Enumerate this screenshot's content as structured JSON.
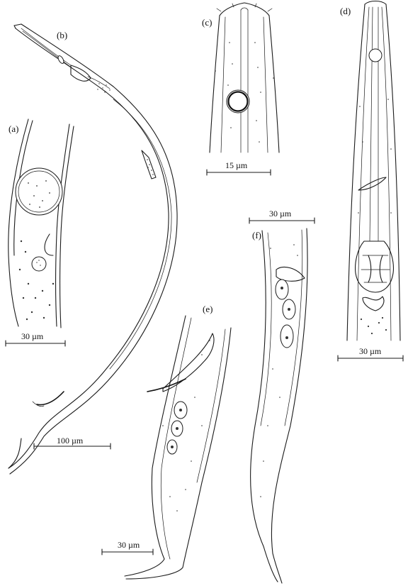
{
  "figure": {
    "panels": [
      {
        "id": "a",
        "label": "(a)",
        "scale_bar": "30 µm",
        "icon": "nematode-vulva-region"
      },
      {
        "id": "b",
        "label": "(b)",
        "scale_bar": "100 µm",
        "icon": "nematode-whole-body"
      },
      {
        "id": "c",
        "label": "(c)",
        "scale_bar": "15 µm",
        "icon": "nematode-head-end"
      },
      {
        "id": "d",
        "label": "(d)",
        "scale_bar": "30 µm",
        "icon": "nematode-anterior-pharynx"
      },
      {
        "id": "e",
        "label": "(e)",
        "scale_bar": "30 µm",
        "icon": "nematode-tail-spicule"
      },
      {
        "id": "f",
        "label": "(f)",
        "scale_bar": "30 µm",
        "icon": "nematode-tail-female"
      }
    ]
  }
}
